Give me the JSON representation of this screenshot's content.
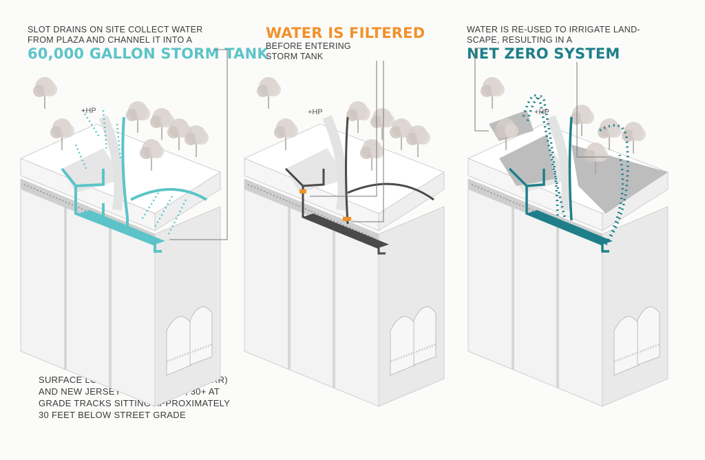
{
  "colors": {
    "teal": "#5cc4c8",
    "filter_orange": "#f0922c",
    "dark_teal": "#1e7f8a",
    "pipe_gray": "#4a4a4a",
    "structure_gray": "#dcdcdc",
    "roof_gray": "#bdbdbd"
  },
  "panels": [
    {
      "id": "collect",
      "caption_lines": [
        "SLOT DRAINS ON SITE COLLECT WATER",
        "FROM PLAZA AND CHANNEL IT INTO A"
      ],
      "headline": "60,000 GALLON STORM TANK",
      "headline_color": "#5cc4c8",
      "marker": "+HP"
    },
    {
      "id": "filter",
      "headline": "WATER IS FILTERED",
      "headline_color": "#f0922c",
      "caption_lines": [
        "BEFORE ENTERING",
        "STORM TANK"
      ],
      "marker": "+HP"
    },
    {
      "id": "reuse",
      "caption_lines": [
        "WATER IS RE-USED TO IRRIGATE LAND-",
        "SCAPE, RESULTING IN A"
      ],
      "headline": "NET ZERO SYSTEM",
      "headline_color": "#1e7f8a",
      "marker": "+HP"
    }
  ],
  "footer_caption_lines": [
    "SURFACE LONG ISLAND RAILROAD (LIRR)",
    "AND NEW JERSEY TRANSIT HUB; 30+ AT",
    "GRADE TRACKS SITTING APPROXIMATELY",
    "30 FEET BELOW STREET GRADE"
  ],
  "icons": [
    "tree-icon",
    "leader-arrow-icon",
    "flow-arrow-icon",
    "filter-marker-icon"
  ]
}
